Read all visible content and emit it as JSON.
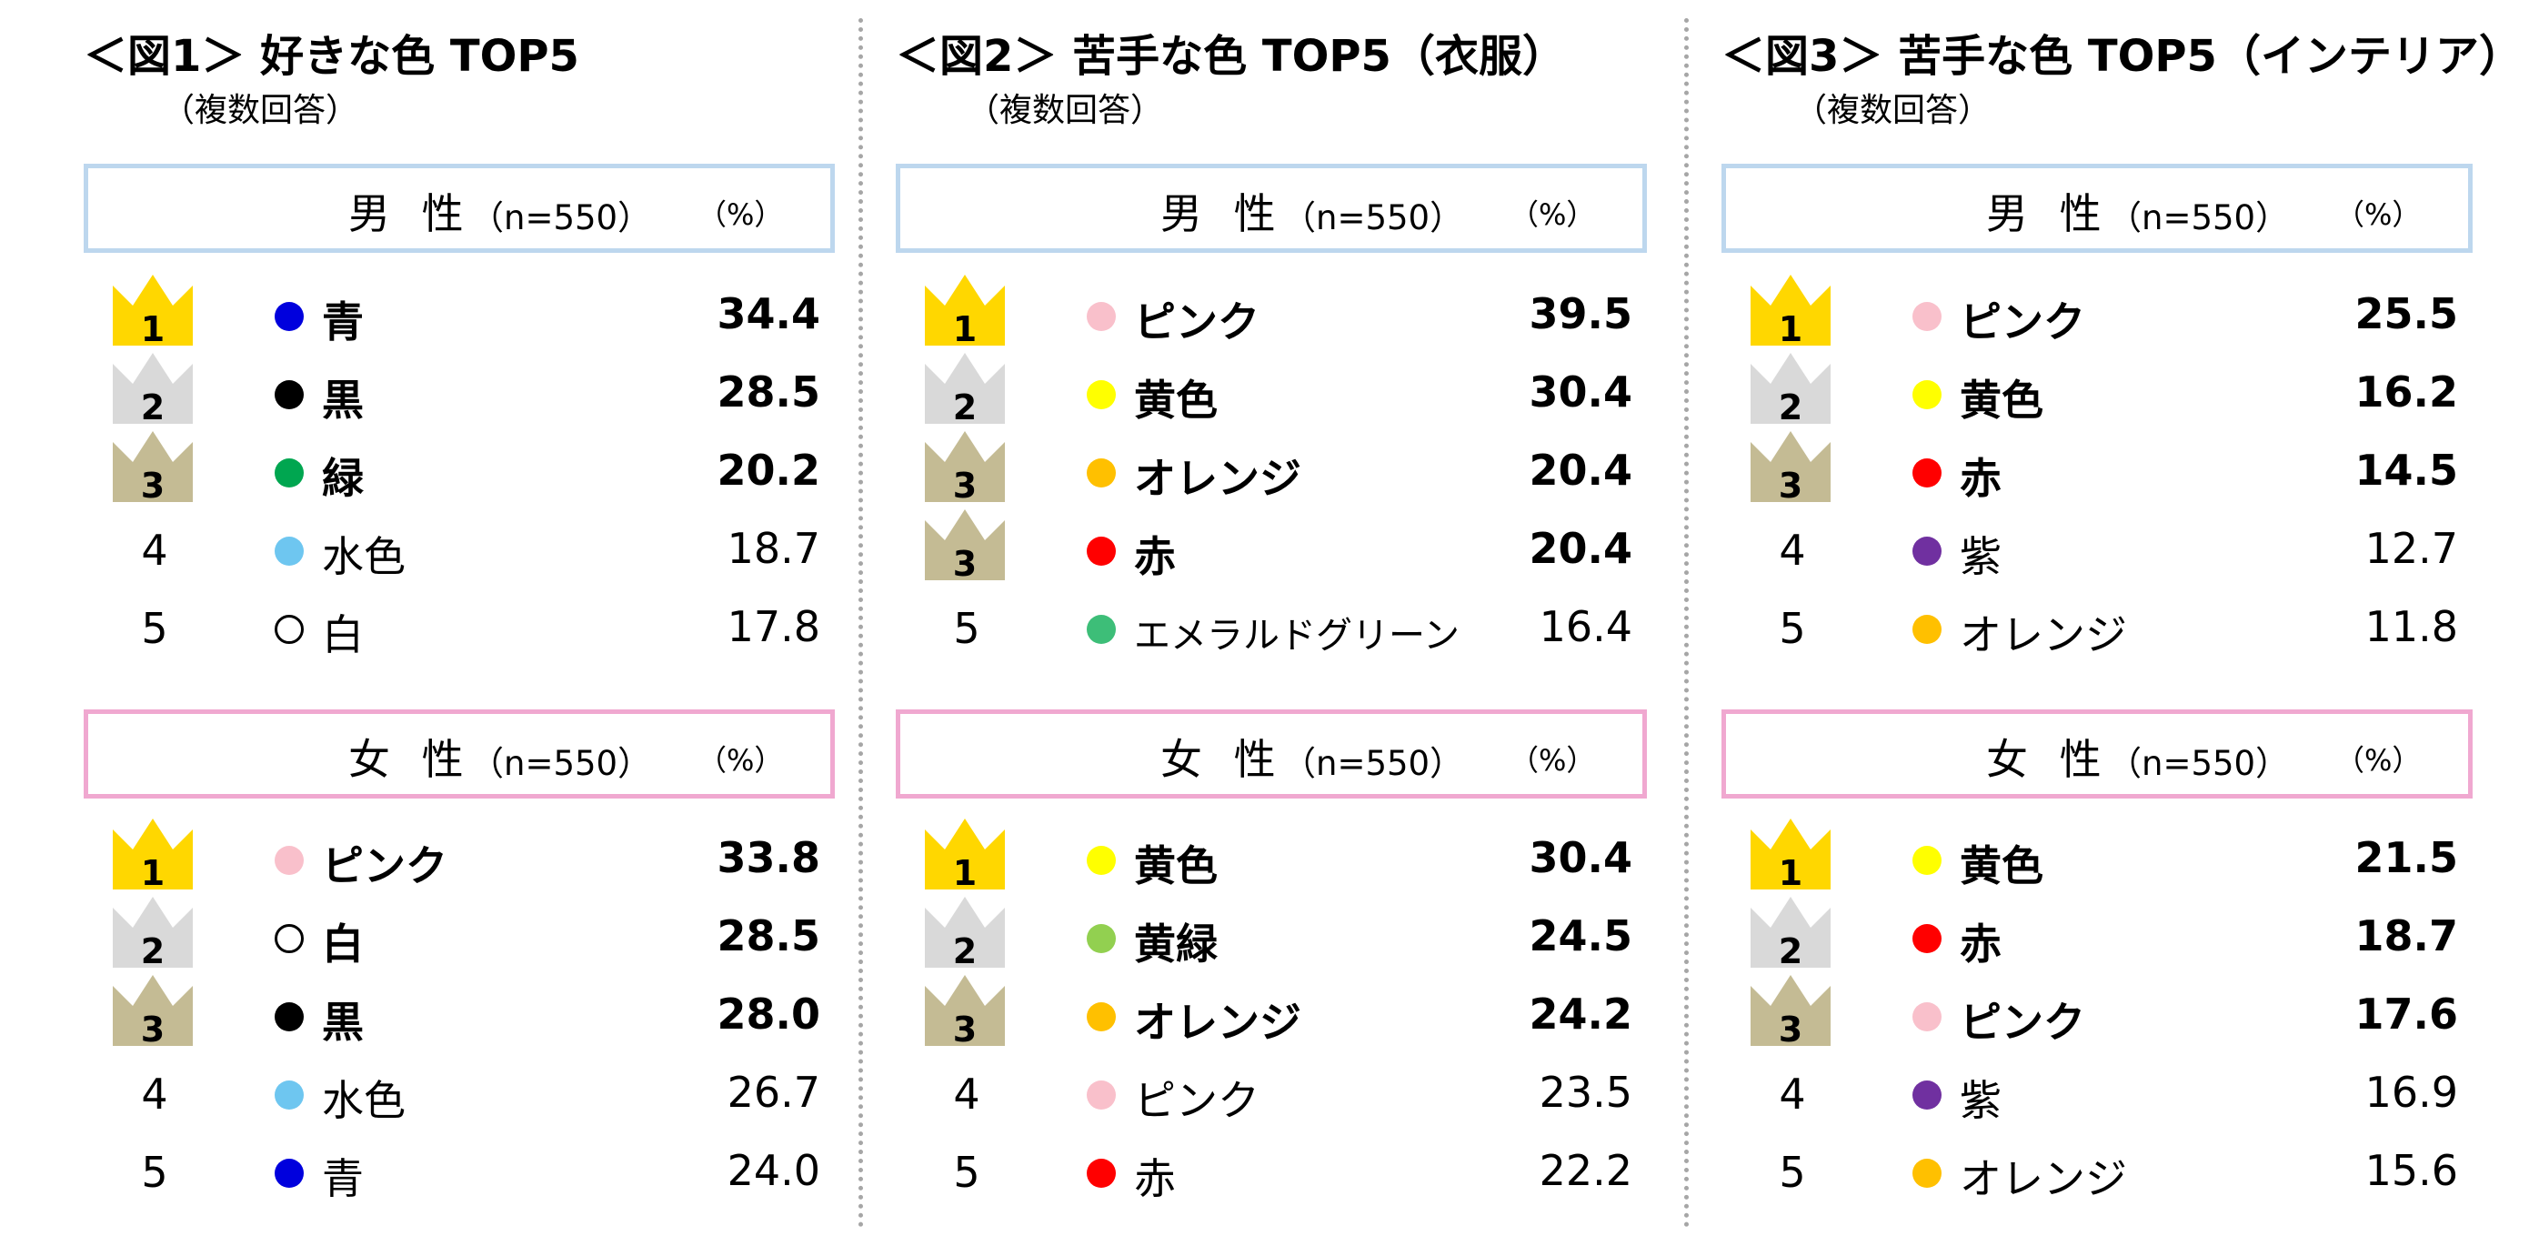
{
  "chart_data": [
    {
      "type": "table",
      "title": "＜図1＞ 好きな色 TOP5",
      "subtitle": "（複数回答）",
      "groups": [
        {
          "label": "男 性",
          "n": "（n=550）",
          "unit": "（%）",
          "style": "male",
          "rows": [
            {
              "rank": "1",
              "color_name": "青",
              "swatch": "#0000dd",
              "value": 34.4
            },
            {
              "rank": "2",
              "color_name": "黒",
              "swatch": "#000000",
              "value": 28.5
            },
            {
              "rank": "3",
              "color_name": "緑",
              "swatch": "#00a650",
              "value": 20.2
            },
            {
              "rank": "4",
              "color_name": "水色",
              "swatch": "#6ec6f0",
              "value": 18.7
            },
            {
              "rank": "5",
              "color_name": "白",
              "swatch": "hollow",
              "value": 17.8
            }
          ]
        },
        {
          "label": "女 性",
          "n": "（n=550）",
          "unit": "（%）",
          "style": "female",
          "rows": [
            {
              "rank": "1",
              "color_name": "ピンク",
              "swatch": "#f9c0cb",
              "value": 33.8
            },
            {
              "rank": "2",
              "color_name": "白",
              "swatch": "hollow",
              "value": 28.5
            },
            {
              "rank": "3",
              "color_name": "黒",
              "swatch": "#000000",
              "value": 28.0
            },
            {
              "rank": "4",
              "color_name": "水色",
              "swatch": "#6ec6f0",
              "value": 26.7
            },
            {
              "rank": "5",
              "color_name": "青",
              "swatch": "#0000dd",
              "value": 24.0
            }
          ]
        }
      ]
    },
    {
      "type": "table",
      "title": "＜図2＞ 苦手な色 TOP5（衣服）",
      "subtitle": "（複数回答）",
      "groups": [
        {
          "label": "男 性",
          "n": "（n=550）",
          "unit": "（%）",
          "style": "male",
          "rows": [
            {
              "rank": "1",
              "color_name": "ピンク",
              "swatch": "#f9c0cb",
              "value": 39.5
            },
            {
              "rank": "2",
              "color_name": "黄色",
              "swatch": "#ffff00",
              "value": 30.4
            },
            {
              "rank": "3",
              "color_name": "オレンジ",
              "swatch": "#ffc000",
              "value": 20.4
            },
            {
              "rank": "3",
              "color_name": "赤",
              "swatch": "#ff0000",
              "value": 20.4
            },
            {
              "rank": "5",
              "color_name": "エメラルドグリーン",
              "swatch": "#3dbe78",
              "value": 16.4
            }
          ]
        },
        {
          "label": "女 性",
          "n": "（n=550）",
          "unit": "（%）",
          "style": "female",
          "rows": [
            {
              "rank": "1",
              "color_name": "黄色",
              "swatch": "#ffff00",
              "value": 30.4
            },
            {
              "rank": "2",
              "color_name": "黄緑",
              "swatch": "#92d050",
              "value": 24.5
            },
            {
              "rank": "3",
              "color_name": "オレンジ",
              "swatch": "#ffc000",
              "value": 24.2
            },
            {
              "rank": "4",
              "color_name": "ピンク",
              "swatch": "#f9c0cb",
              "value": 23.5
            },
            {
              "rank": "5",
              "color_name": "赤",
              "swatch": "#ff0000",
              "value": 22.2
            }
          ]
        }
      ]
    },
    {
      "type": "table",
      "title": "＜図3＞ 苦手な色 TOP5（インテリア）",
      "subtitle": "（複数回答）",
      "groups": [
        {
          "label": "男 性",
          "n": "（n=550）",
          "unit": "（%）",
          "style": "male",
          "rows": [
            {
              "rank": "1",
              "color_name": "ピンク",
              "swatch": "#f9c0cb",
              "value": 25.5
            },
            {
              "rank": "2",
              "color_name": "黄色",
              "swatch": "#ffff00",
              "value": 16.2
            },
            {
              "rank": "3",
              "color_name": "赤",
              "swatch": "#ff0000",
              "value": 14.5
            },
            {
              "rank": "4",
              "color_name": "紫",
              "swatch": "#7030a0",
              "value": 12.7
            },
            {
              "rank": "5",
              "color_name": "オレンジ",
              "swatch": "#ffc000",
              "value": 11.8
            }
          ]
        },
        {
          "label": "女 性",
          "n": "（n=550）",
          "unit": "（%）",
          "style": "female",
          "rows": [
            {
              "rank": "1",
              "color_name": "黄色",
              "swatch": "#ffff00",
              "value": 21.5
            },
            {
              "rank": "2",
              "color_name": "赤",
              "swatch": "#ff0000",
              "value": 18.7
            },
            {
              "rank": "3",
              "color_name": "ピンク",
              "swatch": "#f9c0cb",
              "value": 17.6
            },
            {
              "rank": "4",
              "color_name": "紫",
              "swatch": "#7030a0",
              "value": 16.9
            },
            {
              "rank": "5",
              "color_name": "オレンジ",
              "swatch": "#ffc000",
              "value": 15.6
            }
          ]
        }
      ]
    }
  ],
  "crown_colors": {
    "1": "#ffd700",
    "2": "#d9d9d9",
    "3": "#c4bb94"
  }
}
